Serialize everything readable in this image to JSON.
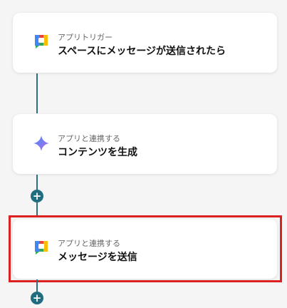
{
  "flow": {
    "steps": [
      {
        "icon": "google-chat-icon",
        "sublabel": "アプリトリガー",
        "title": "スペースにメッセージが送信されたら"
      },
      {
        "icon": "gemini-sparkle-icon",
        "sublabel": "アプリと連携する",
        "title": "コンテンツを生成"
      },
      {
        "icon": "google-chat-icon",
        "sublabel": "アプリと連携する",
        "title": "メッセージを送信"
      }
    ],
    "add_button_label": "+"
  },
  "colors": {
    "connector": "#2f6f7d",
    "add_button": "#1f6d7f",
    "selection_outline": "#dd2020"
  }
}
